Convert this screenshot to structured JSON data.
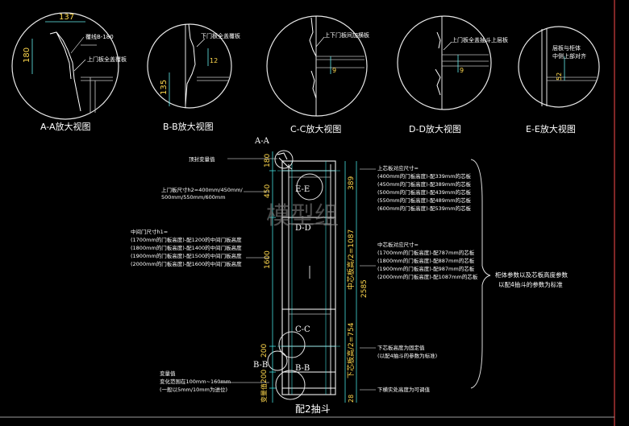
{
  "views": [
    {
      "title": "A-A放大视图",
      "note1": "覆线B-180",
      "note2": "上门板全盖覆板",
      "dim_h": "137",
      "dim_v": "180"
    },
    {
      "title": "B-B放大视图",
      "note1": "下门板全盖覆板",
      "note2": "",
      "dim_h": "",
      "dim_v": "135"
    },
    {
      "title": "C-C放大视图",
      "note1": "上下门板间加横板",
      "note2": "",
      "dim_h": "",
      "dim_v": "9"
    },
    {
      "title": "D-D放大视图",
      "note1": "上门板全盖抽斗上层板",
      "note2": "",
      "dim_h": "",
      "dim_v": "9"
    },
    {
      "title": "E-E放大视图",
      "note1": "层板与柜体",
      "note2": "中侧上部对齐",
      "dim_h": "",
      "dim_v": "52"
    }
  ],
  "section_label": "A-A",
  "watermark": "模型组",
  "bottom_label": "配2抽斗",
  "marks": {
    "ee": "E-E",
    "dd": "D-D",
    "cc": "C-C",
    "bb": "B-B",
    "bb2": "B-B"
  },
  "left_dims": [
    "180",
    "450",
    "1600",
    "200",
    "200",
    "变量值"
  ],
  "right_dims": [
    "389",
    "中芯板高/2=1087",
    "2585",
    "下芯板高/2=754",
    "28"
  ],
  "left_notes": {
    "top": "顶封变量值",
    "upper_door": [
      "上门板尺寸h2=400mm/450mm/",
      "500mm/550mm/600mm"
    ],
    "middle": [
      "中间门尺寸h1=",
      "(1700mm的门板高度)-配1200的中间门板高度",
      "(1800mm的门板高度)-配1400的中间门板高度",
      "(1900mm的门板高度)-配1500的中间门板高度",
      "(2000mm的门板高度)-配1600的中间门板高度"
    ],
    "bottom": [
      "变量值",
      "变化范围在100mm~160mm",
      "(一般以5mm/10mm为进位)"
    ]
  },
  "right_notes": {
    "upper": [
      "上芯板对应尺寸=",
      "(400mm的门板高度)-配339mm的芯板",
      "(450mm的门板高度)-配389mm的芯板",
      "(500mm的门板高度)-配439mm的芯板",
      "(550mm的门板高度)-配489mm的芯板",
      "(600mm的门板高度)-配539mm的芯板"
    ],
    "middle": [
      "中芯板对应尺寸=",
      "(1700mm的门板高度)-配787mm的芯板",
      "(1800mm的门板高度)-配887mm的芯板",
      "(1900mm的门板高度)-配987mm的芯板",
      "(2000mm的门板高度)-配1087mm的芯板"
    ],
    "lower": [
      "下芯板高度为固定值",
      "(以配4抽斗的参数为标准)"
    ],
    "bottom": "下横实处高度为可调值",
    "brace": [
      "柜体参数以及芯板高度参数",
      "以配4抽斗的参数为标准"
    ]
  }
}
